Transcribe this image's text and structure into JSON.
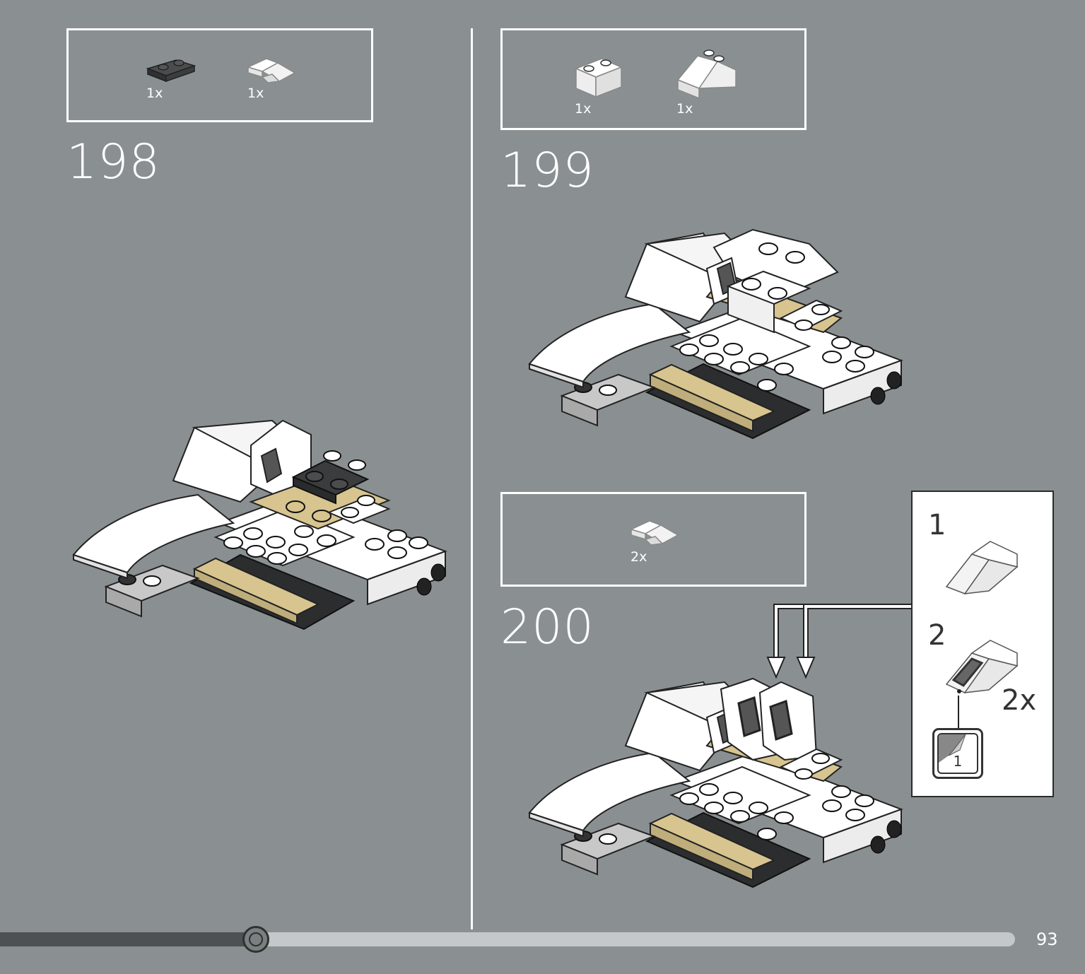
{
  "steps": [
    {
      "number": "198",
      "parts": [
        {
          "qty": "1x",
          "icon": "dark-plate-1x2-icon"
        },
        {
          "qty": "1x",
          "icon": "white-slope-icon"
        }
      ]
    },
    {
      "number": "199",
      "parts": [
        {
          "qty": "1x",
          "icon": "white-brick-1x2-icon"
        },
        {
          "qty": "1x",
          "icon": "white-slope-2x2-icon"
        }
      ]
    },
    {
      "number": "200",
      "parts": [
        {
          "qty": "2x",
          "icon": "white-slope-small-icon"
        }
      ]
    }
  ],
  "callout": {
    "sub_steps": [
      "1",
      "2"
    ],
    "quantity": "2x",
    "sticker_number": "1"
  },
  "progress": {
    "fraction": 0.252
  },
  "page_number": "93",
  "colors": {
    "background": "#8a9091",
    "tan": "#d7c48f",
    "dark": "#3a3c3d",
    "white": "#ffffff"
  }
}
